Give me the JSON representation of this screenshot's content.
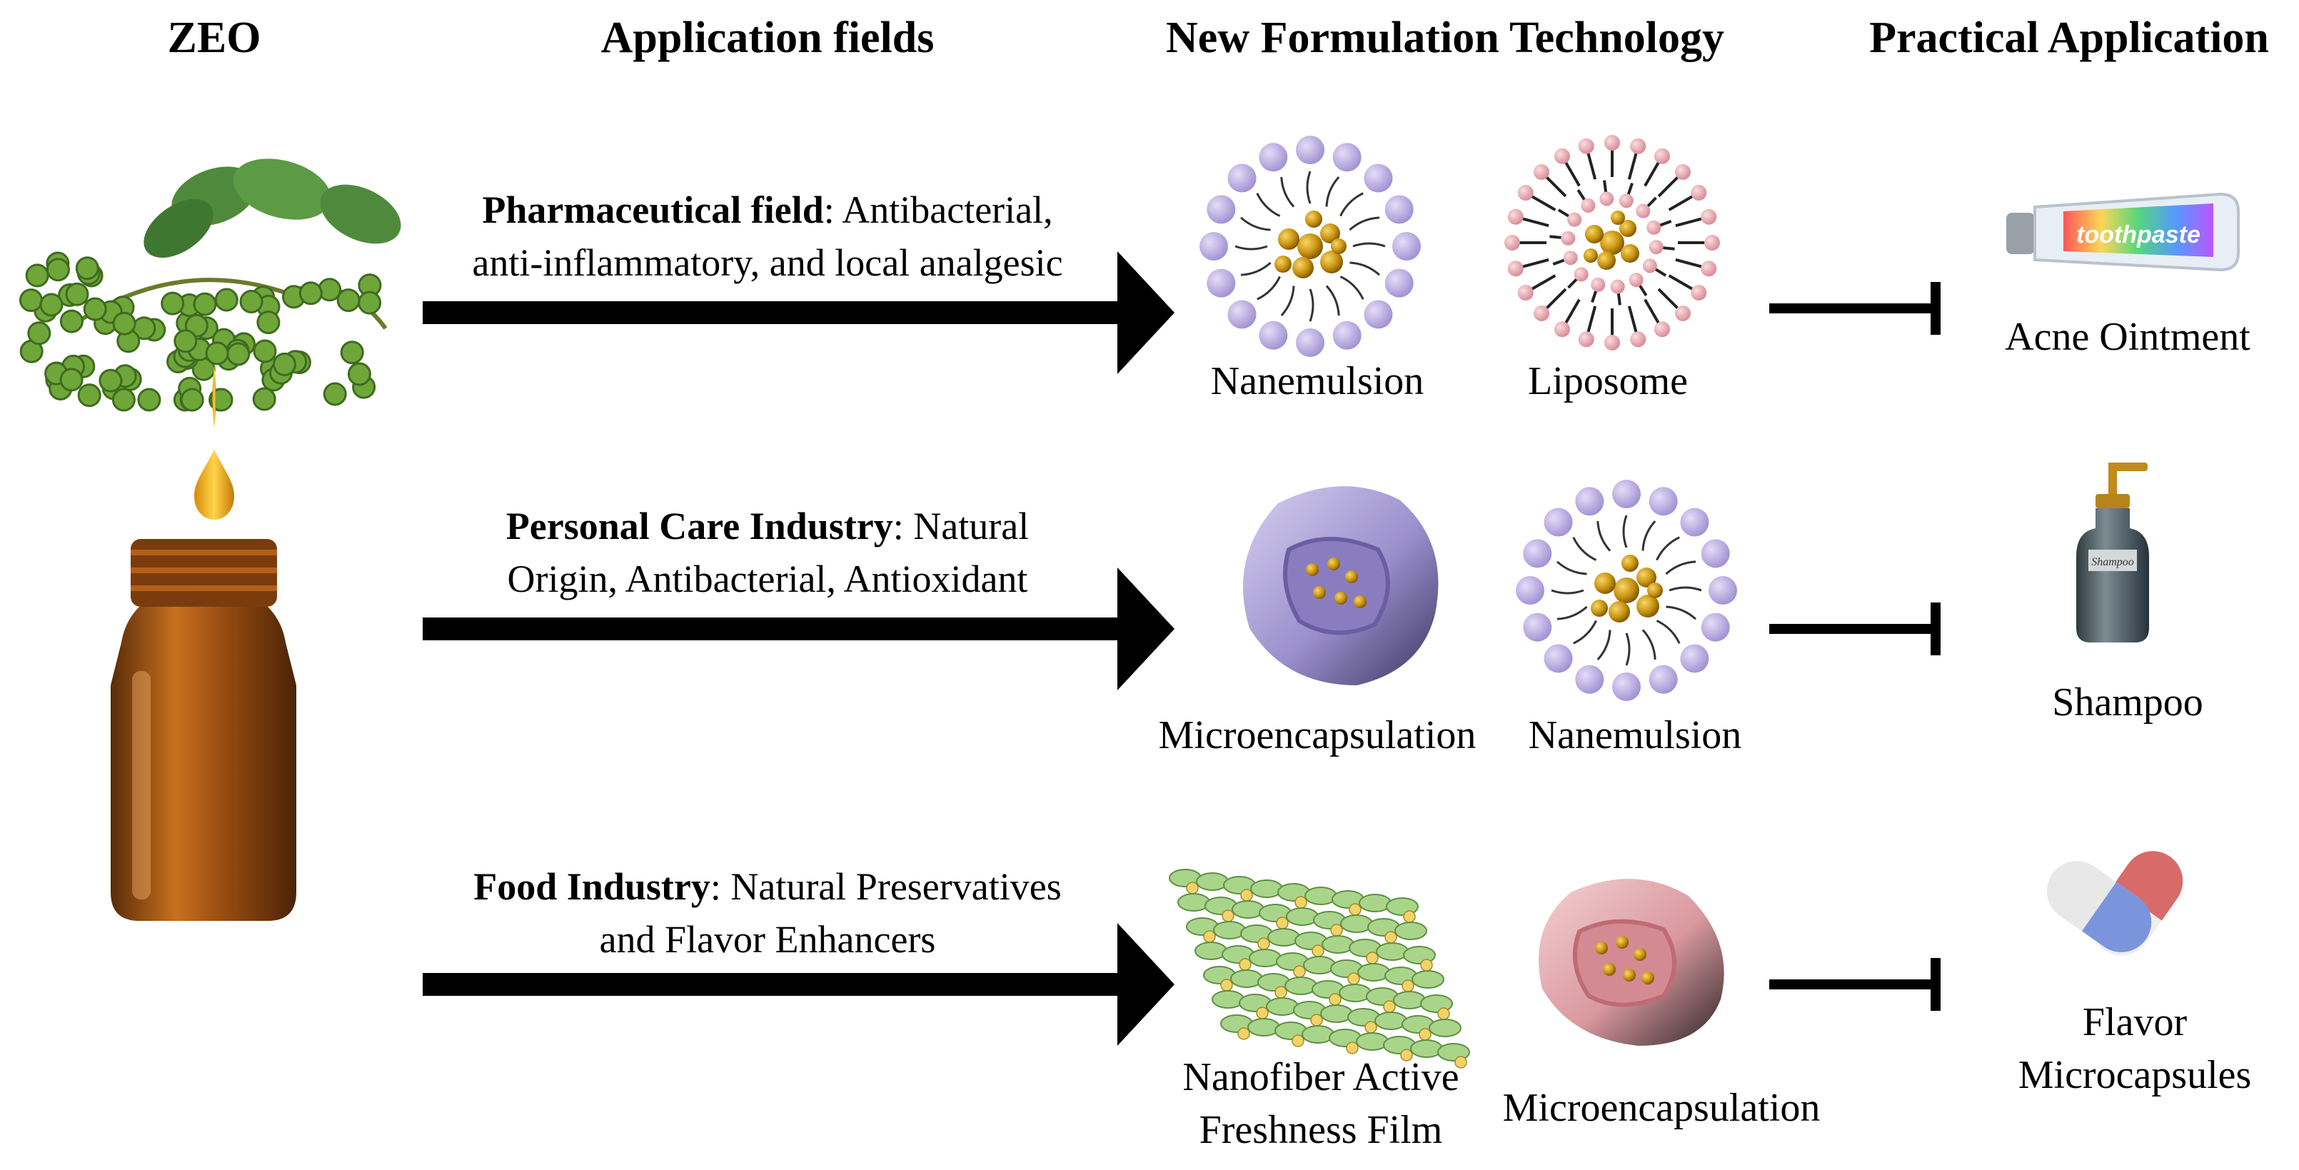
{
  "headers": {
    "zeo": "ZEO",
    "application_fields": "Application fields",
    "new_formulation": "New Formulation Technology",
    "practical_application": "Practical Application"
  },
  "rows": [
    {
      "field_bold": "Pharmaceutical field",
      "field_rest_line1": ": Antibacterial,",
      "field_line2": "anti-inflammatory, and local analgesic",
      "tech": [
        "Nanemulsion",
        "Liposome"
      ],
      "application": "Acne Ointment",
      "application_icon": "toothpaste-icon",
      "tube_text": "toothpaste"
    },
    {
      "field_bold": "Personal Care Industry",
      "field_rest_line1": ": Natural",
      "field_line2": "Origin, Antibacterial, Antioxidant",
      "tech": [
        "Microencapsulation",
        "Nanemulsion"
      ],
      "application": "Shampoo",
      "application_icon": "shampoo-bottle-icon",
      "bottle_text": "Shampoo"
    },
    {
      "field_bold": "Food Industry",
      "field_rest_line1": ": Natural Preservatives",
      "field_line2": "and Flavor Enhancers",
      "tech": [
        "Nanofiber Active Freshness Film",
        "Microencapsulation"
      ],
      "tech_line_split": [
        "Nanofiber Active",
        "Freshness Film"
      ],
      "application_lines": [
        "Flavor",
        "Microcapsules"
      ],
      "application_icon": "capsule-icon"
    }
  ],
  "colors": {
    "arrow": "#000000",
    "droplet_purple": "#b3a6dc",
    "gold_core": "#c8920d",
    "liposome_head": "#e8a7ae",
    "capsule_purple": "#8f84c4",
    "capsule_pink": "#d9999f",
    "fiber_green": "#8fc46a",
    "bottle_amber": "#9a4d12",
    "leaf_green": "#4f8a3c",
    "berry_green": "#6fa63a"
  }
}
